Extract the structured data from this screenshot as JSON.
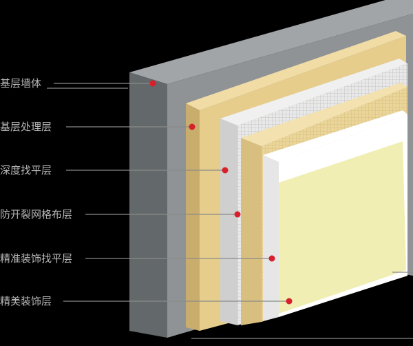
{
  "title": "墙面构造层",
  "layers": [
    {
      "label": "基层墙体"
    },
    {
      "label": "基层处理层"
    },
    {
      "label": "深度找平层"
    },
    {
      "label": "防开裂网格布层"
    },
    {
      "label": "精准装饰找平层"
    },
    {
      "label": "精美装饰层"
    }
  ],
  "colors": {
    "marker": "#d8202a",
    "wall": "#8f9396",
    "yellow": "#e7cf90",
    "face": "#f1eeb4"
  }
}
